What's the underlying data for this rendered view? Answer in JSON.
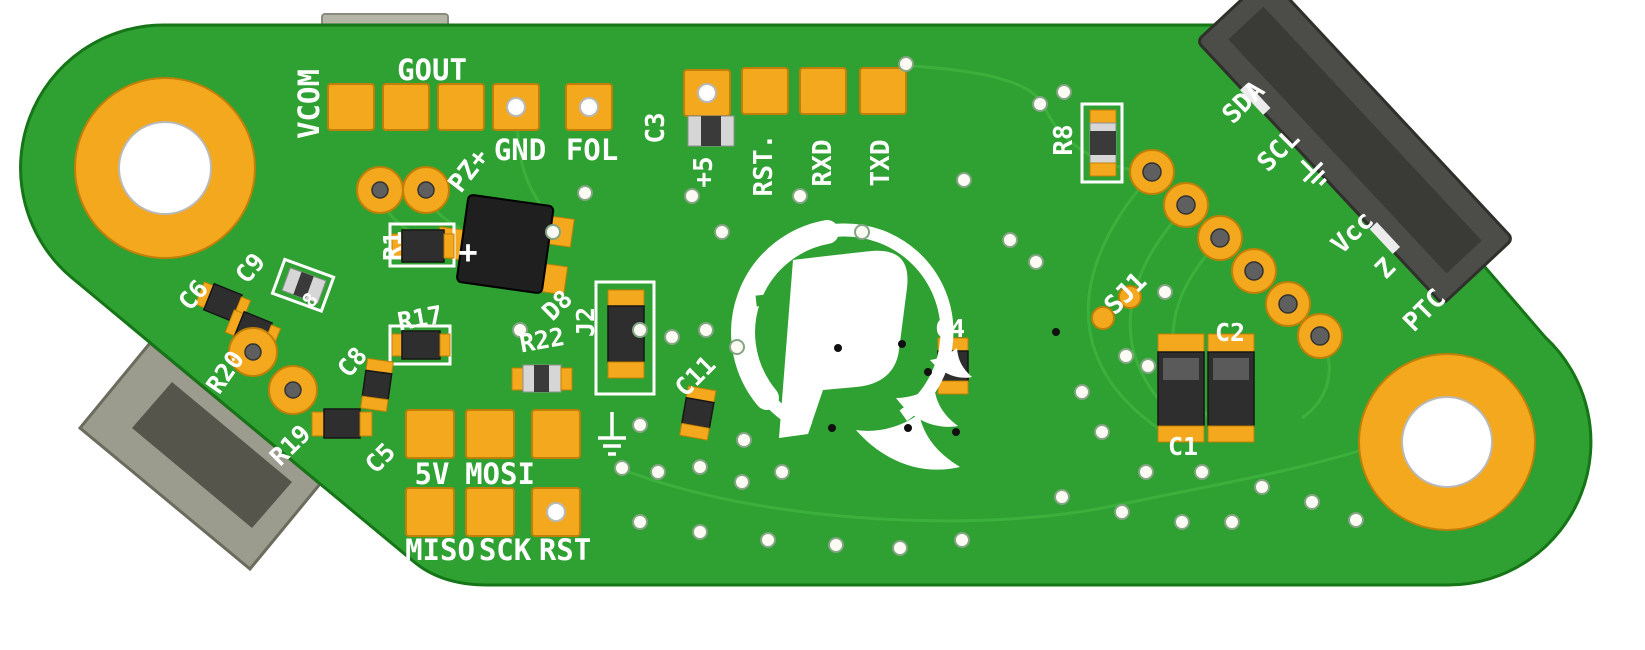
{
  "colors": {
    "background": "#ffffff",
    "board_green": "#2fa032",
    "board_edge": "#157517",
    "trace_green": "#3db33d",
    "pad_gold": "#f3a81e",
    "pad_outline": "#c07f06",
    "silkscreen_white": "#ffffff",
    "component_black": "#2e2e2e",
    "connector_dark_gray": "#4c4c48",
    "connector_light_gray": "#9c9c8e"
  },
  "silkscreen": {
    "vcom": "VCOM",
    "gout": "GOUT",
    "pz_plus": "PZ+",
    "gnd": "GND",
    "fol": "FOL",
    "c3": "C3",
    "plus5": "+5",
    "rst_top": "RST.",
    "rxd": "RXD",
    "txd": "TXD",
    "r8": "R8",
    "sda": "SDA",
    "scl": "SCL",
    "vcc": "Vcc",
    "z": "Z",
    "ptc": "PTC",
    "sj1": "SJ1",
    "c2": "C2",
    "c1": "C1",
    "c4": "C4",
    "d8": "D8",
    "j2": "J2",
    "r22": "R22",
    "c11": "C11",
    "r17": "R17",
    "c8": "C8",
    "c5": "C5",
    "r19": "R19",
    "r20": "R20",
    "c6": "C6",
    "c9": "C9",
    "r1": "R1",
    "digit8": "8",
    "plus_mark": "+",
    "five_v": "5V",
    "mosi": "MOSI",
    "miso": "MISO",
    "sck": "SCK",
    "rst_bottom": "RST"
  }
}
